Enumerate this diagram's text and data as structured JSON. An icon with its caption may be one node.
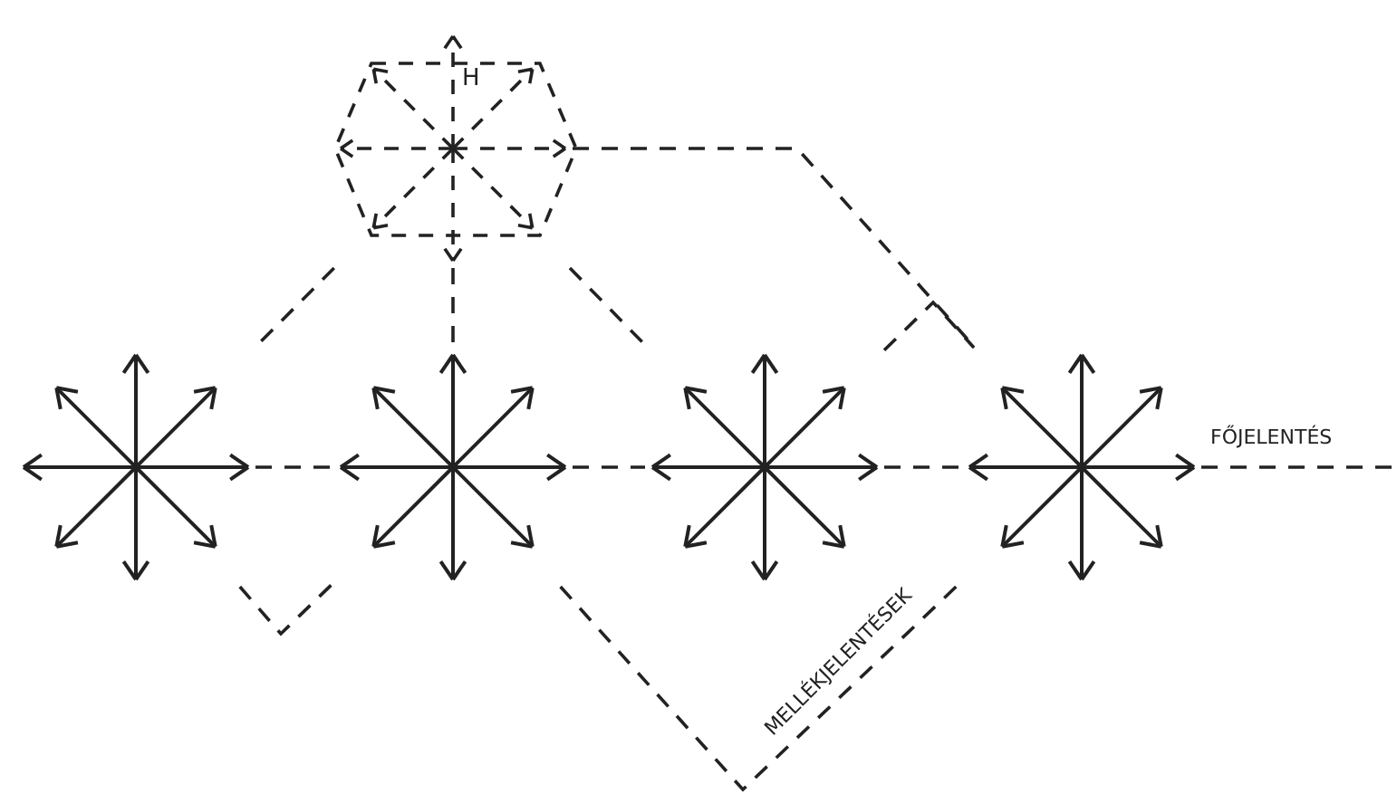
{
  "diagram": {
    "nodes": [
      {
        "text": [
          "H"
        ]
      },
      {
        "text": [],
        "shape": "star"
      },
      {
        "text": [],
        "shape": "star"
      },
      {
        "text": [],
        "shape": "star"
      },
      {
        "text": [],
        "shape": "star"
      }
    ],
    "edges": [
      {
        "from": 1,
        "to": 2,
        "arrow": "none",
        "style": "dashed"
      },
      {
        "from": 2,
        "to": 3,
        "arrow": "none",
        "style": "dashed"
      },
      {
        "from": 3,
        "to": 4,
        "arrow": "none",
        "style": "dashed"
      },
      {
        "from": 0,
        "to": 1,
        "arrow": "none",
        "style": "dashed"
      },
      {
        "from": 0,
        "to": 2,
        "arrow": "none",
        "style": "dashed"
      },
      {
        "from": 0,
        "to": 3,
        "arrow": "none",
        "style": "dashed"
      },
      {
        "from": 0,
        "to": 4,
        "arrow": "none",
        "style": "dashed"
      },
      {
        "from": 3,
        "to": 4,
        "arrow": "none",
        "style": "dashed"
      },
      {
        "from": 1,
        "to": 2,
        "arrow": "none",
        "style": "dashed"
      },
      {
        "from": 2,
        "to": 4,
        "label": "MELLÉKJELENTÉSEK",
        "arrow": "none",
        "style": "dashed"
      },
      {
        "from": 4,
        "to": null,
        "label": "FŐJELENTÉS",
        "arrow": "none",
        "style": "dashed"
      }
    ]
  }
}
